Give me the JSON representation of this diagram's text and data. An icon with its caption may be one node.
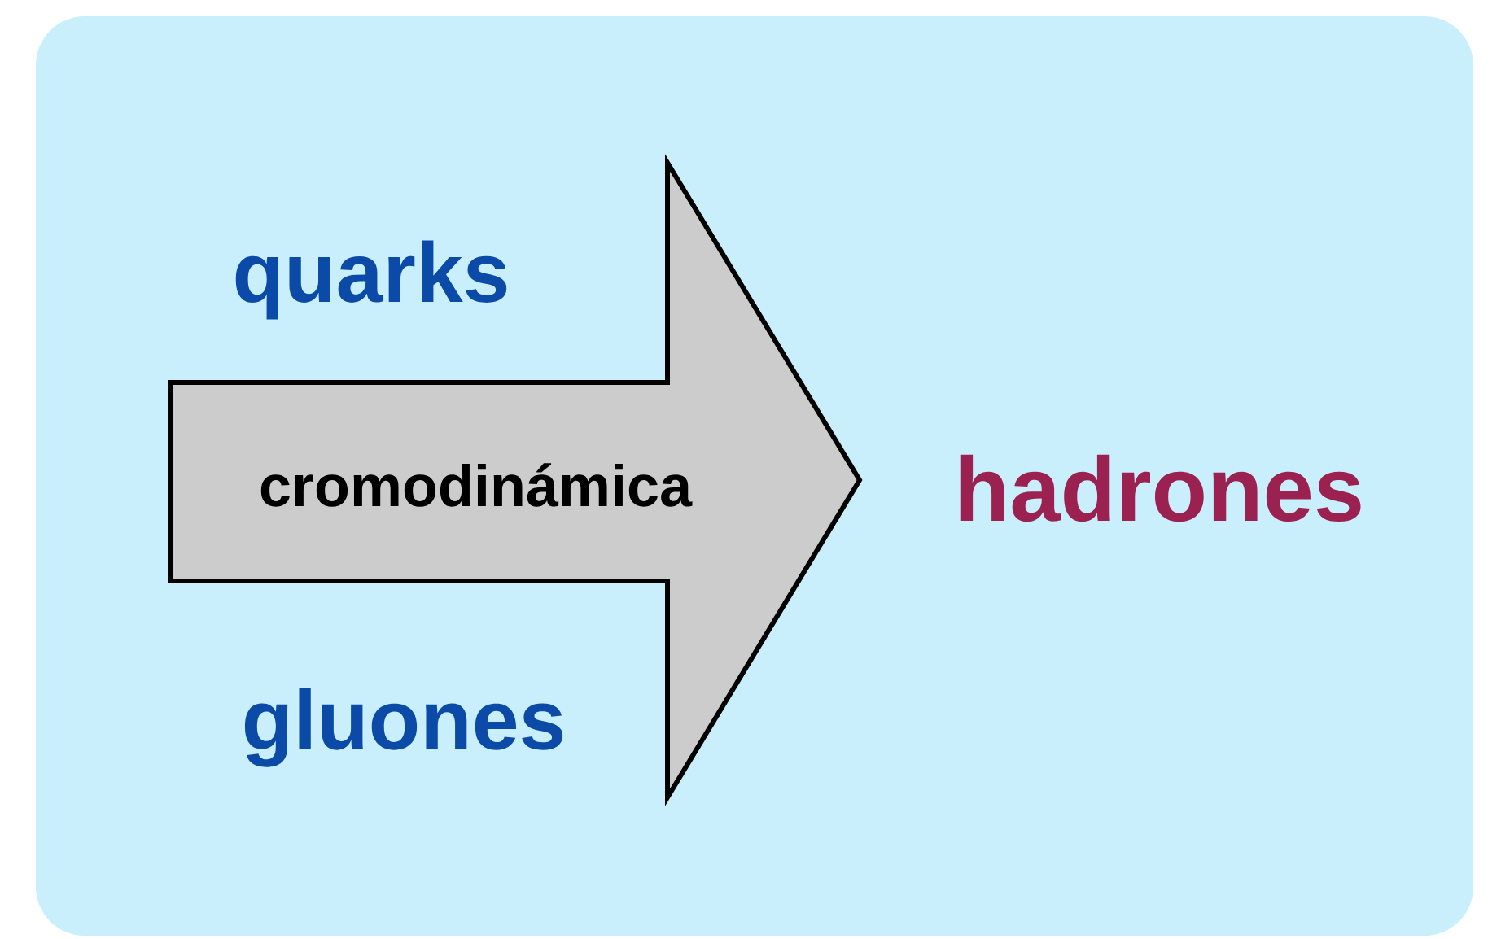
{
  "diagram": {
    "nodes": [
      {
        "text": [
          "cromodinámica"
        ]
      }
    ],
    "labels": [
      "quarks",
      "gluones",
      "hadrones"
    ]
  }
}
